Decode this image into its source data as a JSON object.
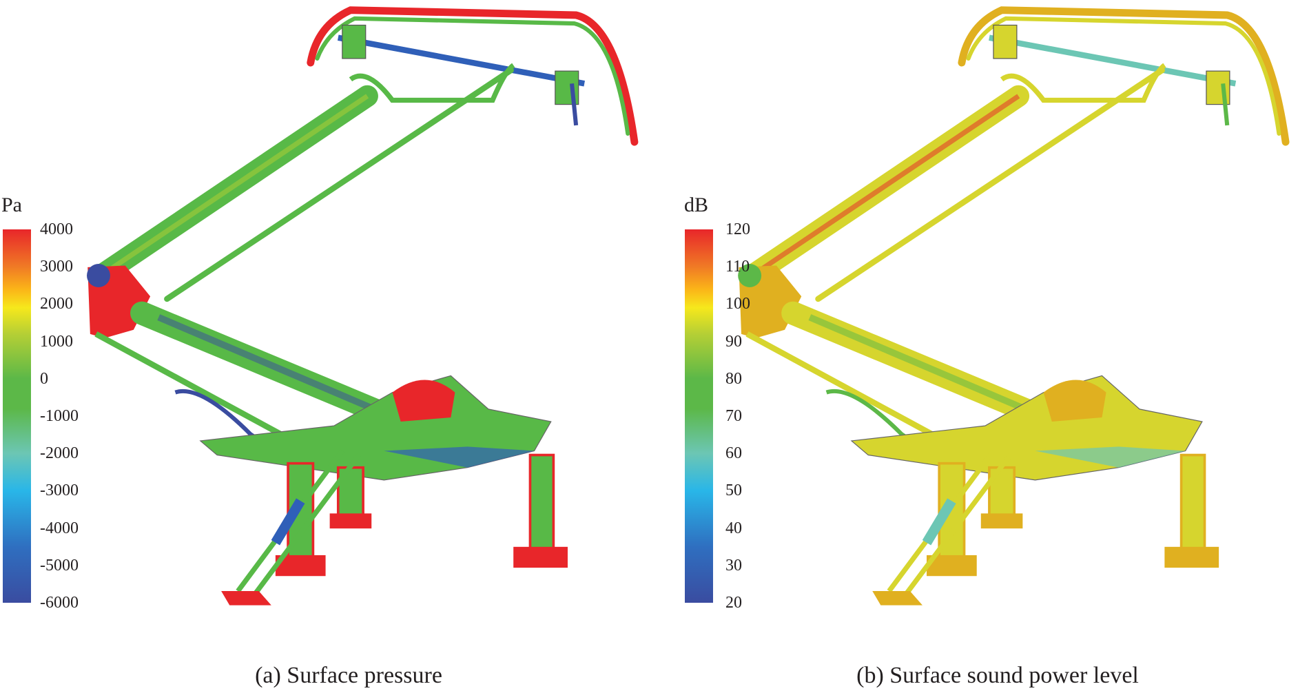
{
  "panels": [
    {
      "caption": "(a) Surface pressure",
      "colorbar": {
        "unit": "Pa",
        "ticks": [
          "4000",
          "3000",
          "2000",
          "1000",
          "0",
          "-1000",
          "-2000",
          "-3000",
          "-4000",
          "-5000",
          "-6000"
        ],
        "range": [
          -6000,
          4000
        ],
        "colormap": [
          "#3a4ca0",
          "#2f6fc0",
          "#29b6e8",
          "#6cc6b4",
          "#5cb848",
          "#5cb848",
          "#b5cf35",
          "#f6e81c",
          "#fbb418",
          "#f07a25",
          "#e8262a"
        ]
      },
      "dominant_color": "#58b947"
    },
    {
      "caption": "(b) Surface sound power level",
      "colorbar": {
        "unit": "dB",
        "ticks": [
          "120",
          "110",
          "100",
          "90",
          "80",
          "70",
          "60",
          "50",
          "40",
          "30",
          "20"
        ],
        "range": [
          20,
          120
        ],
        "colormap": [
          "#3a4ca0",
          "#2f6fc0",
          "#29b6e8",
          "#6cc6b4",
          "#5cb848",
          "#5cb848",
          "#b5cf35",
          "#f6e81c",
          "#fbb418",
          "#f07a25",
          "#e8262a"
        ]
      },
      "dominant_color": "#d6d52e"
    }
  ]
}
